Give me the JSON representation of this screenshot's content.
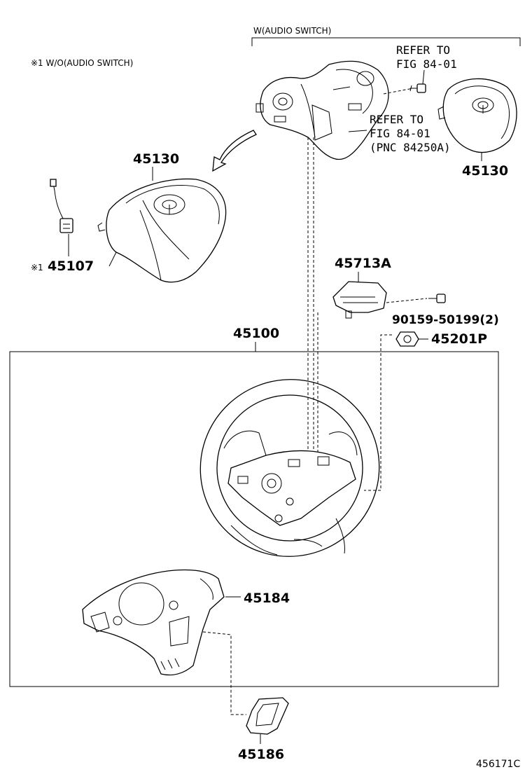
{
  "header": {
    "with_audio_switch": "W(AUDIO SWITCH)",
    "without_audio_switch": "※1 W/O(AUDIO SWITCH)"
  },
  "refs": {
    "refer_to_1": "REFER TO",
    "fig_1": "FIG 84-01",
    "refer_to_2": "REFER TO",
    "fig_2": "FIG 84-01",
    "pnc_2": "(PNC 84250A)"
  },
  "parts": {
    "p45130_left": "45130",
    "p45130_right": "45130",
    "p45107_mark": "※1",
    "p45107": "45107",
    "p45713A": "45713A",
    "p90159": "90159-50199(2)",
    "p45201P": "45201P",
    "p45100": "45100",
    "p45184": "45184",
    "p45186": "45186"
  },
  "footer": {
    "diagram_id": "456171C"
  }
}
